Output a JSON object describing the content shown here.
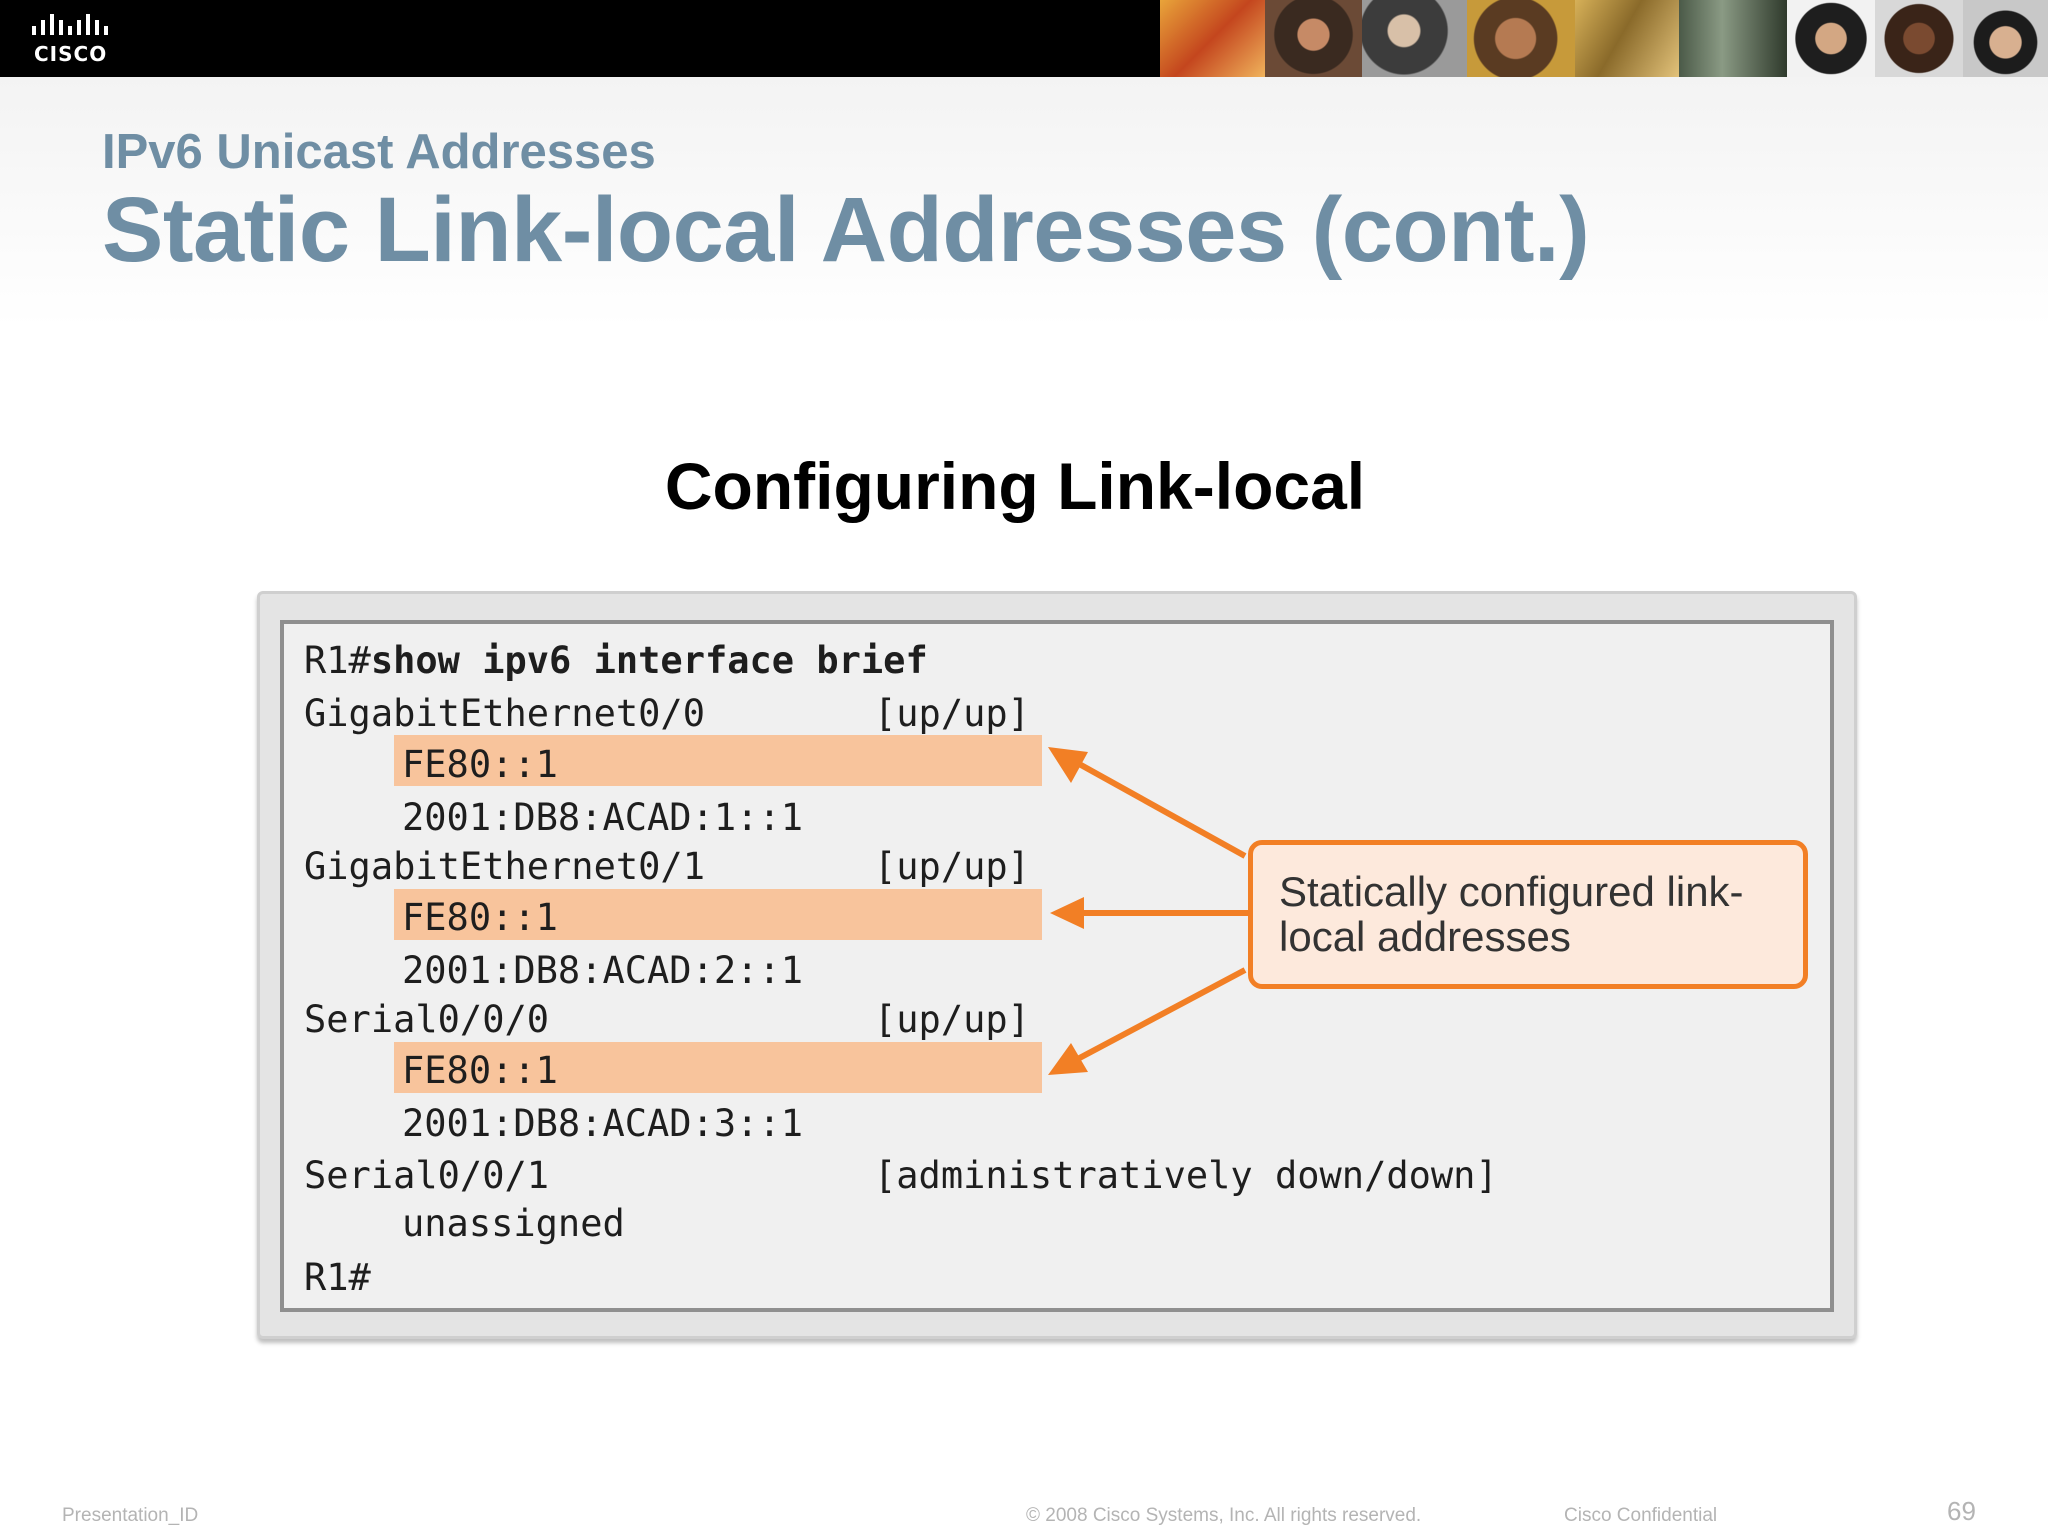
{
  "brand": {
    "logo_text": "CISCO",
    "logo_icon": "cisco-bridge-bars-icon"
  },
  "header": {
    "subtitle": "IPv6 Unicast Addresses",
    "title": "Static Link-local Addresses (cont.)"
  },
  "figure": {
    "title": "Configuring Link-local",
    "terminal": {
      "prompt": "R1#",
      "command": "show ipv6 interface brief",
      "interfaces": [
        {
          "name": "GigabitEthernet0/0",
          "status": "[up/up]",
          "link_local": "FE80::1",
          "global": "2001:DB8:ACAD:1::1"
        },
        {
          "name": "GigabitEthernet0/1",
          "status": "[up/up]",
          "link_local": "FE80::1",
          "global": "2001:DB8:ACAD:2::1"
        },
        {
          "name": "Serial0/0/0",
          "status": "[up/up]",
          "link_local": "FE80::1",
          "global": "2001:DB8:ACAD:3::1"
        },
        {
          "name": "Serial0/0/1",
          "status": "[administratively down/down]",
          "address": "unassigned"
        }
      ],
      "final_prompt": "R1#"
    },
    "callout": {
      "line1": "Statically configured link-",
      "line2": "local addresses"
    }
  },
  "colors": {
    "title": "#6f8ea4",
    "highlight": "#f8c49c",
    "accent": "#f27f25",
    "callout_fill": "#fde9dc"
  },
  "footer": {
    "presentation_id": "Presentation_ID",
    "copyright": "© 2008 Cisco Systems, Inc. All rights reserved.",
    "confidential": "Cisco Confidential",
    "page_number": "69"
  }
}
